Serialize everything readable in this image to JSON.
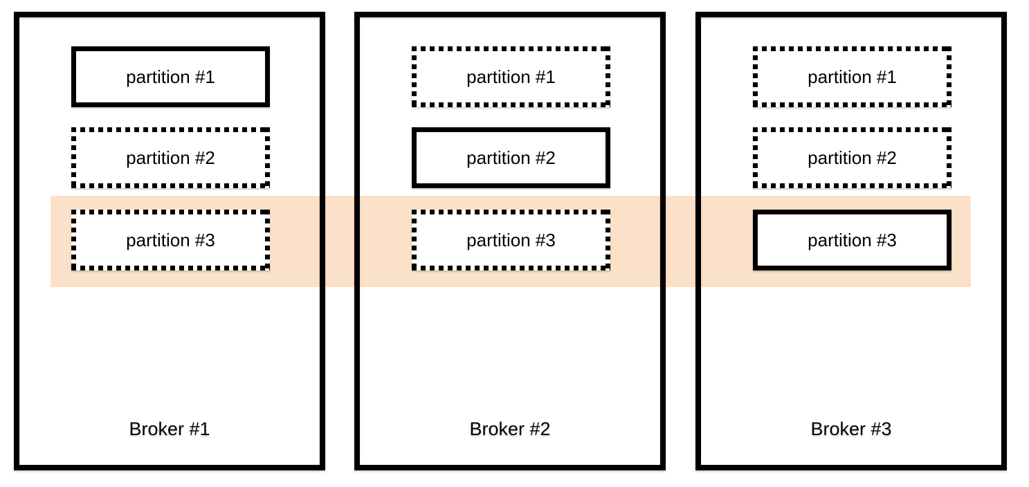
{
  "diagram": {
    "highlight_band_color": "#fbe1c8",
    "stroke_color": "#000000",
    "brokers": [
      {
        "label": "Broker #1",
        "partitions": [
          {
            "label": "partition #1",
            "border_style": "solid"
          },
          {
            "label": "partition #2",
            "border_style": "dotted"
          },
          {
            "label": "partition #3",
            "border_style": "dotted"
          }
        ]
      },
      {
        "label": "Broker #2",
        "partitions": [
          {
            "label": "partition #1",
            "border_style": "dotted"
          },
          {
            "label": "partition #2",
            "border_style": "solid"
          },
          {
            "label": "partition #3",
            "border_style": "dotted"
          }
        ]
      },
      {
        "label": "Broker #3",
        "partitions": [
          {
            "label": "partition #1",
            "border_style": "dotted"
          },
          {
            "label": "partition #2",
            "border_style": "dotted"
          },
          {
            "label": "partition #3",
            "border_style": "solid"
          }
        ]
      }
    ]
  }
}
